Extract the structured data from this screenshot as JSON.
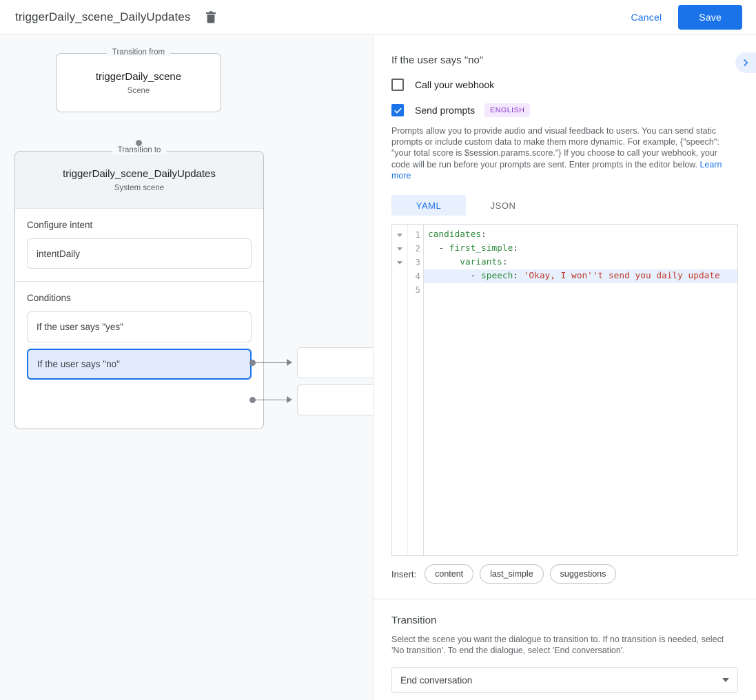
{
  "topbar": {
    "title": "triggerDaily_scene_DailyUpdates",
    "delete_icon": "trash-icon",
    "cancel_label": "Cancel",
    "save_label": "Save",
    "accent_color": "#1a73e8"
  },
  "diagram": {
    "from": {
      "legend": "Transition from",
      "name": "triggerDaily_scene",
      "type": "Scene"
    },
    "to": {
      "legend": "Transition to",
      "name": "triggerDaily_scene_DailyUpdates",
      "type": "System scene"
    },
    "intent": {
      "label": "Configure intent",
      "value": "intentDaily"
    },
    "conditions": {
      "label": "Conditions",
      "items": [
        {
          "text": "If the user says \"yes\"",
          "selected": false
        },
        {
          "text": "If the user says \"no\"",
          "selected": true
        }
      ]
    },
    "targets": [
      {
        "text": ""
      },
      {
        "text": ""
      }
    ]
  },
  "details": {
    "title": "If the user says \"no\"",
    "collapse_icon": "chevron-right-icon",
    "webhook": {
      "label": "Call your webhook",
      "checked": false
    },
    "prompts": {
      "label": "Send prompts",
      "checked": true,
      "badge": "ENGLISH",
      "badge_color": "#8430ce",
      "description": "Prompts allow you to provide audio and visual feedback to users. You can send static prompts or include custom data to make them more dynamic. For example, {\"speech\": \"your total score is $session.params.score.\"} If you choose to call your webhook, your code will be run before your prompts are sent. Enter prompts in the editor below. ",
      "link_label": "Learn more"
    },
    "tabs": [
      {
        "label": "YAML",
        "active": true
      },
      {
        "label": "JSON",
        "active": false
      }
    ],
    "editor": {
      "lines": [
        {
          "no": "1",
          "fold": true,
          "highlight": false,
          "tokens": [
            {
              "t": "candidates",
              "c": "key"
            },
            {
              "t": ":",
              "c": "pun"
            }
          ]
        },
        {
          "no": "2",
          "fold": true,
          "highlight": false,
          "tokens": [
            {
              "t": "  - ",
              "c": "pun"
            },
            {
              "t": "first_simple",
              "c": "key"
            },
            {
              "t": ":",
              "c": "pun"
            }
          ]
        },
        {
          "no": "3",
          "fold": true,
          "highlight": false,
          "tokens": [
            {
              "t": "      ",
              "c": "pun"
            },
            {
              "t": "variants",
              "c": "key"
            },
            {
              "t": ":",
              "c": "pun"
            }
          ]
        },
        {
          "no": "4",
          "fold": false,
          "highlight": true,
          "tokens": [
            {
              "t": "        - ",
              "c": "pun"
            },
            {
              "t": "speech",
              "c": "key"
            },
            {
              "t": ": ",
              "c": "pun"
            },
            {
              "t": "'Okay, I won''t send you daily update",
              "c": "str"
            }
          ]
        },
        {
          "no": "5",
          "fold": false,
          "highlight": false,
          "tokens": []
        }
      ]
    },
    "insert": {
      "label": "Insert:",
      "chips": [
        "content",
        "last_simple",
        "suggestions"
      ]
    },
    "transition": {
      "title": "Transition",
      "description": "Select the scene you want the dialogue to transition to. If no transition is needed, select 'No transition'. To end the dialogue, select 'End conversation'.",
      "selected": "End conversation"
    }
  }
}
